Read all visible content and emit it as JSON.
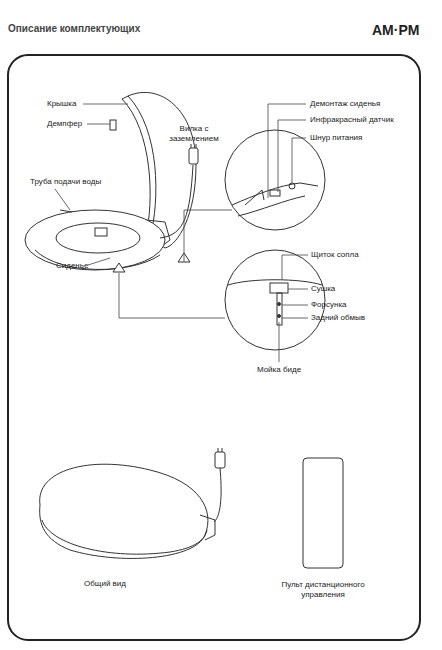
{
  "diagram": {
    "title": "Описание комплектующих",
    "labels": [
      "AM·PM",
      "Крышка",
      "Демпфер",
      "Вилка с заземлением",
      "Труба подачи воды",
      "Сиденье",
      "Демонтаж сиденья",
      "Инфракрасный датчик",
      "Шнур питания",
      "Щиток сопла",
      "Сушка",
      "Форсунка",
      "Задний обмыв",
      "Мойка биде",
      "Общий вид",
      "Пульт дистанционного управления"
    ]
  }
}
